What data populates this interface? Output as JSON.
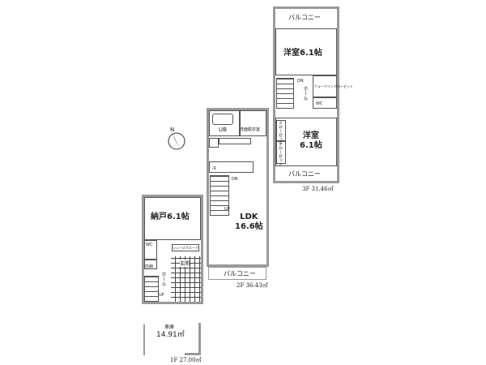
{
  "floor3": {
    "balcony_top": "バルコニー",
    "room1": "洋室6.1帖",
    "dn": "DN",
    "hall": "ホール",
    "walk_in_closet": "ウォークインクローゼット",
    "wc": "WC",
    "closet1": "クローゼット",
    "closet2": "クローゼット",
    "room2_line1": "洋室",
    "room2_line2": "6.1帖",
    "balcony_bottom": "バルコニー",
    "area": "3F 31.46㎡"
  },
  "floor2": {
    "ub": "UB",
    "washroom": "洗面脱衣室",
    "fridge": "冷",
    "dn": "DN",
    "up": "UP",
    "ldk_line1": "LDK",
    "ldk_line2": "16.6帖",
    "balcony": "バルコニー",
    "area": "2F 36.43㎡"
  },
  "floor1": {
    "storage_room": "納戸6.1帖",
    "wc": "WC",
    "storage": "収納",
    "hall": "ホール",
    "up": "UP",
    "shoe_closet": "シューズクローク",
    "entrance": "玄関",
    "garage": "車庫",
    "garage_area": "14.91㎡",
    "area": "1F 27.00㎡"
  },
  "compass": {
    "north": "N"
  }
}
